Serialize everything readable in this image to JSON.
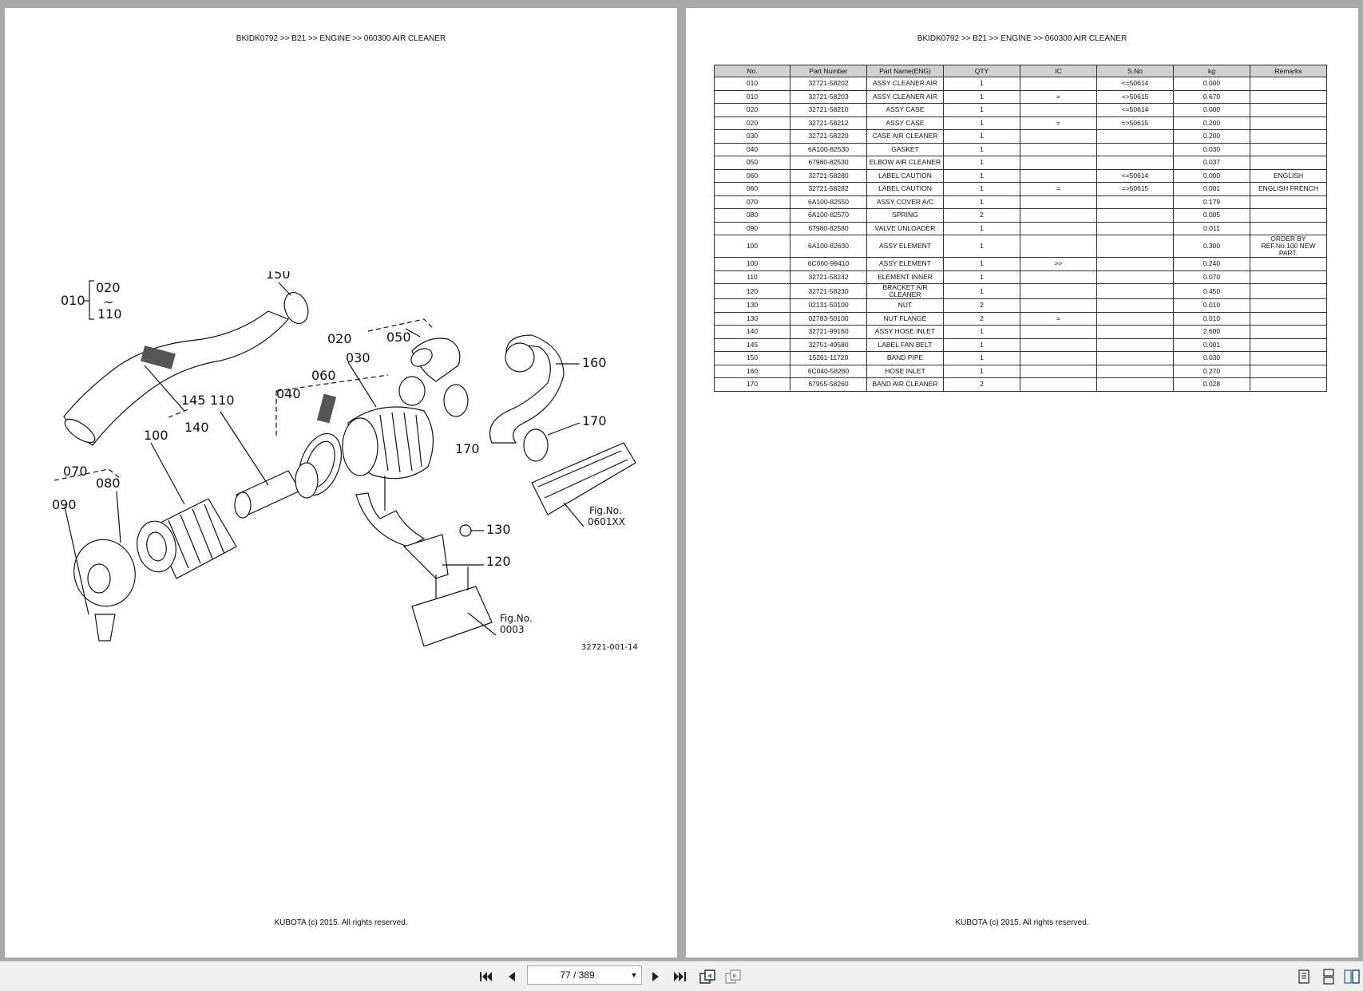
{
  "left_page": {
    "header": "BKIDK0792 >> B21 >> ENGINE >> 060300   AIR CLEANER",
    "footer": "KUBOTA (c) 2015. All rights reserved.",
    "diagram": {
      "callouts": [
        "010",
        "020",
        "~",
        "110",
        "150",
        "020",
        "050",
        "030",
        "060",
        "040",
        "145",
        "110",
        "140",
        "100",
        "070",
        "080",
        "090",
        "160",
        "170",
        "170",
        "130",
        "120"
      ],
      "fig_ref_1": {
        "line1": "Fig.No.",
        "line2": "0601XX"
      },
      "fig_ref_2": {
        "line1": "Fig.No.",
        "line2": "0003"
      },
      "drawing_number": "32721-001-14"
    }
  },
  "right_page": {
    "header": "BKIDK0792 >> B21 >> ENGINE >> 060300   AIR CLEANER",
    "footer": "KUBOTA (c) 2015. All rights reserved.",
    "table": {
      "columns": [
        "No.",
        "Part Number",
        "Part Name(ENG)",
        "QTY",
        "IC",
        "S.No",
        "kg",
        "Remarks"
      ],
      "rows": [
        [
          "010",
          "32721-58202",
          "ASSY CLEANER AIR",
          "1",
          "",
          "<=50614",
          "0.000",
          ""
        ],
        [
          "010",
          "32721-58203",
          "ASSY CLEANER AIR",
          "1",
          "=",
          "=>50615",
          "0.670",
          ""
        ],
        [
          "020",
          "32721-58210",
          "ASSY CASE",
          "1",
          "",
          "<=50614",
          "0.000",
          ""
        ],
        [
          "020",
          "32721-58212",
          "ASSY CASE",
          "1",
          "=",
          "=>50615",
          "0.200",
          ""
        ],
        [
          "030",
          "32721-58220",
          "CASE AIR CLEANER",
          "1",
          "",
          "",
          "0.200",
          ""
        ],
        [
          "040",
          "6A100-82530",
          "GASKET",
          "1",
          "",
          "",
          "0.030",
          ""
        ],
        [
          "050",
          "67980-82530",
          "ELBOW AIR CLEANER",
          "1",
          "",
          "",
          "0.037",
          ""
        ],
        [
          "060",
          "32721-58280",
          "LABEL CAUTION",
          "1",
          "",
          "<=50614",
          "0.000",
          "ENGLISH"
        ],
        [
          "060",
          "32721-58282",
          "LABEL CAUTION",
          "1",
          "=",
          "=>50615",
          "0.001",
          "ENGLISH FRENCH"
        ],
        [
          "070",
          "6A100-82550",
          "ASSY COVER A/C",
          "1",
          "",
          "",
          "0.179",
          ""
        ],
        [
          "080",
          "6A100-82570",
          "SPRING",
          "2",
          "",
          "",
          "0.005",
          ""
        ],
        [
          "090",
          "67980-82580",
          "VALVE UNLOADER",
          "1",
          "",
          "",
          "0.011",
          ""
        ],
        [
          "100",
          "6A100-82630",
          "ASSY ELEMENT",
          "1",
          "",
          "",
          "0.300",
          "ORDER BY REF.No.100 NEW PART."
        ],
        [
          "100",
          "6C060-99410",
          "ASSY ELEMENT",
          "1",
          ">>",
          "",
          "0.240",
          ""
        ],
        [
          "110",
          "32721-58242",
          "ELEMENT INNER",
          "1",
          "",
          "",
          "0.070",
          ""
        ],
        [
          "120",
          "32721-58230",
          "BRACKET AIR CLEANER",
          "1",
          "",
          "",
          "0.450",
          ""
        ],
        [
          "130",
          "02131-50100",
          "NUT",
          "2",
          "",
          "",
          "0.010",
          ""
        ],
        [
          "130",
          "02783-50100",
          "NUT FLANGE",
          "2",
          "=",
          "",
          "0.010",
          ""
        ],
        [
          "140",
          "32721-99160",
          "ASSY HOSE INLET",
          "1",
          "",
          "",
          "2.600",
          ""
        ],
        [
          "145",
          "32751-49580",
          "LABEL FAN BELT",
          "1",
          "",
          "",
          "0.001",
          ""
        ],
        [
          "150",
          "15261-11720",
          "BAND PIPE",
          "1",
          "",
          "",
          "0.030",
          ""
        ],
        [
          "160",
          "6C040-58260",
          "HOSE INLET",
          "1",
          "",
          "",
          "0.270",
          ""
        ],
        [
          "170",
          "67955-58260",
          "BAND AIR CLEANER",
          "2",
          "",
          "",
          "0.028",
          ""
        ]
      ]
    }
  },
  "toolbar": {
    "page_indicator": "77 / 389",
    "icons": [
      "first-page-icon",
      "prev-page-icon",
      "next-page-icon",
      "last-page-icon",
      "go-back-view-icon",
      "go-forward-view-icon",
      "single-page-view-icon",
      "continuous-view-icon",
      "facing-pages-view-icon"
    ]
  }
}
